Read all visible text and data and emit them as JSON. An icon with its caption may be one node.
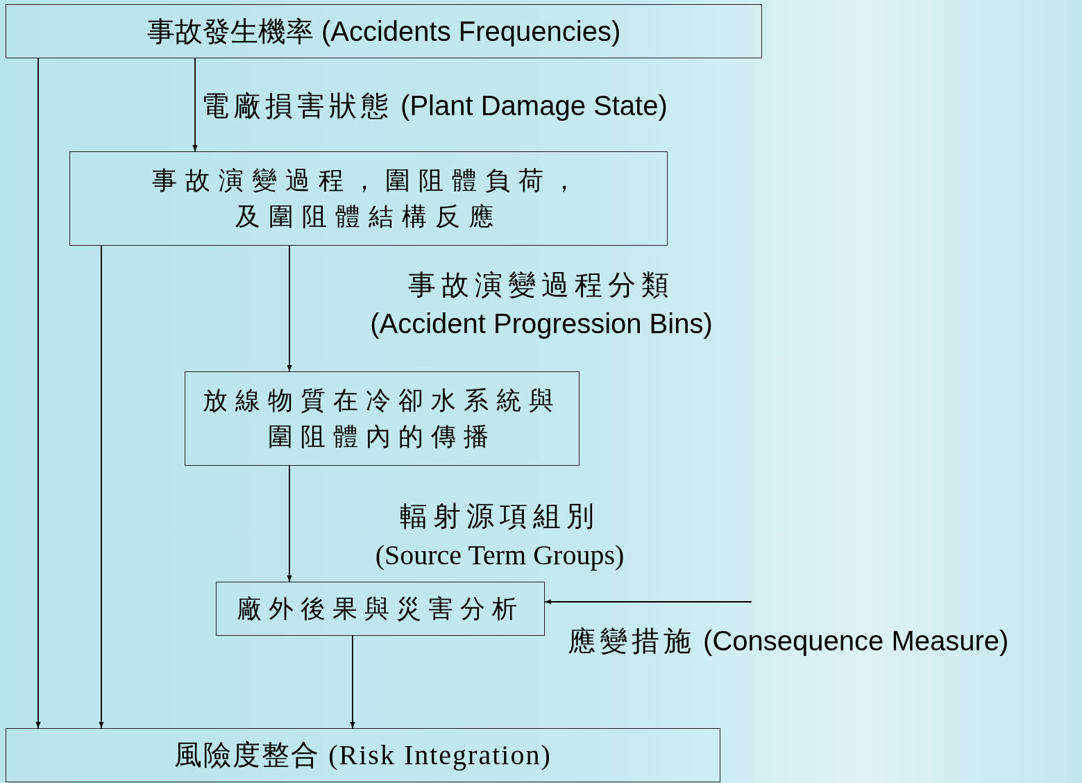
{
  "diagram": {
    "nodes": [
      {
        "text": [
          "事故發生機率 (Accidents Frequencies)"
        ]
      },
      {
        "text": [
          "事故演變過程，圍阻體負荷，及圍阻體結構反應"
        ]
      },
      {
        "text": [
          "放線物質在冷卻水系統與圍阻體內的傳播"
        ]
      },
      {
        "text": [
          "廠外後果與災害分析"
        ]
      },
      {
        "text": [
          "風險度整合 (Risk Integration)"
        ]
      }
    ],
    "edges": [
      {
        "from": 0,
        "to": 1,
        "arrow": "to",
        "label": "電廠損害狀態 (Plant Damage State)"
      },
      {
        "from": 1,
        "to": 2,
        "arrow": "to",
        "label": "事故演變過程分類 (Accident Progression Bins)"
      },
      {
        "from": 2,
        "to": 3,
        "arrow": "to",
        "label": "輻射源項組別 (Source Term Groups)"
      },
      {
        "from": null,
        "to": 3,
        "arrow": "to",
        "label": "應變措施 (Consequence Measure)"
      },
      {
        "from": 3,
        "to": 4,
        "arrow": "to"
      },
      {
        "from": 0,
        "to": 4,
        "arrow": "to"
      },
      {
        "from": 1,
        "to": 4,
        "arrow": "to"
      }
    ]
  }
}
